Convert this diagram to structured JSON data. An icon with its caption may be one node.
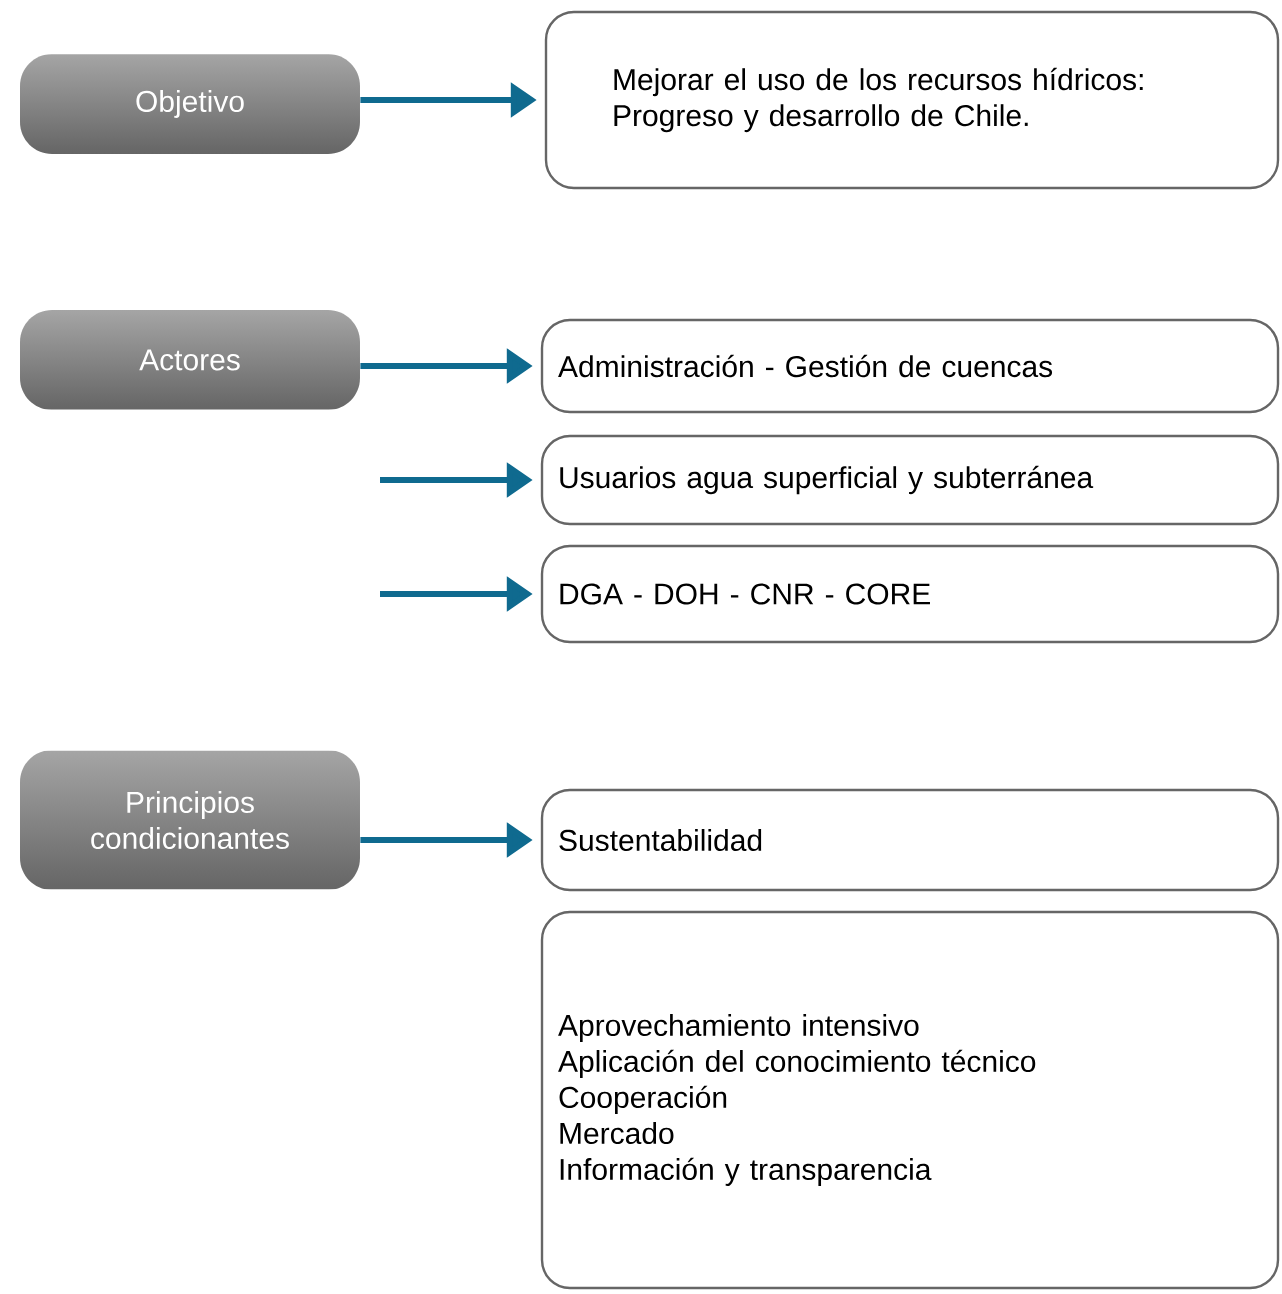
{
  "diagram": {
    "nodes": [
      {
        "text": [
          "Objetivo"
        ]
      },
      {
        "text": [
          "Mejorar el uso de los recursos hídricos: Progreso y desarrollo de Chile."
        ]
      },
      {
        "text": [
          "Actores"
        ]
      },
      {
        "text": [
          "Administración - Gestión de cuencas"
        ]
      },
      {
        "text": [
          "Usuarios agua superficial y subterránea"
        ]
      },
      {
        "text": [
          "DGA - DOH - CNR - CORE"
        ]
      },
      {
        "text": [
          "Principios condicionantes"
        ]
      },
      {
        "text": [
          "Sustentabilidad"
        ]
      },
      {
        "text": [
          "Aprovechamiento intensivo",
          "Aplicación del conocimiento técnico",
          "Cooperación",
          "Mercado",
          "Información y transparencia"
        ]
      }
    ],
    "edges": [
      {
        "from": 0,
        "to": 1,
        "arrow": "to"
      },
      {
        "from": 2,
        "to": 3,
        "arrow": "to"
      },
      {
        "from": null,
        "to": 4,
        "arrow": "to"
      },
      {
        "from": null,
        "to": 5,
        "arrow": "to"
      },
      {
        "from": 6,
        "to": 7,
        "arrow": "to"
      }
    ]
  }
}
